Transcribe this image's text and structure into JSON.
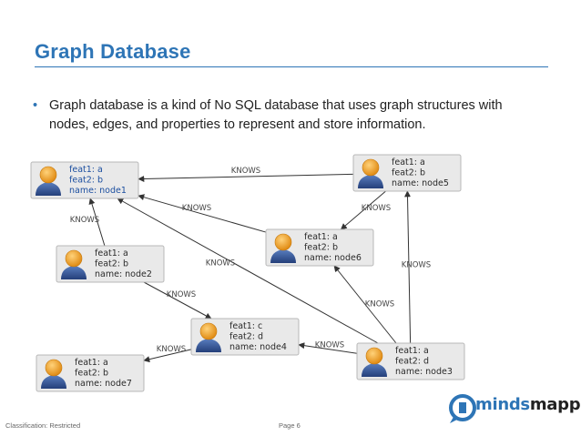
{
  "title": "Graph Database",
  "bullet": "Graph database is a kind of No SQL database that uses graph structures with nodes, edges, and properties to represent and store information.",
  "colors": {
    "title": "#2e75b6",
    "accent": "#2e75b6",
    "node_fill": "#e9e9e9"
  },
  "nodes": [
    {
      "id": "node1",
      "lines": [
        "feat1: a",
        "feat2: b",
        "name: node1"
      ],
      "highlight": true,
      "icon": "user-avatar-icon"
    },
    {
      "id": "node5",
      "lines": [
        "feat1: a",
        "feat2: b",
        "name: node5"
      ],
      "highlight": false,
      "icon": "user-avatar-icon"
    },
    {
      "id": "node2",
      "lines": [
        "feat1: a",
        "feat2: b",
        "name: node2"
      ],
      "highlight": false,
      "icon": "user-avatar-icon"
    },
    {
      "id": "node6",
      "lines": [
        "feat1: a",
        "feat2: b",
        "name: node6"
      ],
      "highlight": false,
      "icon": "user-avatar-icon"
    },
    {
      "id": "node4",
      "lines": [
        "feat1: c",
        "feat2: d",
        "name: node4"
      ],
      "highlight": false,
      "icon": "user-avatar-icon"
    },
    {
      "id": "node3",
      "lines": [
        "feat1: a",
        "feat2: d",
        "name: node3"
      ],
      "highlight": false,
      "icon": "user-avatar-icon"
    },
    {
      "id": "node7",
      "lines": [
        "feat1: a",
        "feat2: b",
        "name: node7"
      ],
      "highlight": false,
      "icon": "user-avatar-icon"
    }
  ],
  "edges": [
    {
      "from": "node5",
      "to": "node1",
      "label": "KNOWS"
    },
    {
      "from": "node6",
      "to": "node1",
      "label": "KNOWS"
    },
    {
      "from": "node5",
      "to": "node6",
      "label": "KNOWS"
    },
    {
      "from": "node2",
      "to": "node1",
      "label": "KNOWS"
    },
    {
      "from": "node3",
      "to": "node1",
      "label": "KNOWS"
    },
    {
      "from": "node3",
      "to": "node6",
      "label": "KNOWS"
    },
    {
      "from": "node3",
      "to": "node5",
      "label": "KNOWS"
    },
    {
      "from": "node2",
      "to": "node4",
      "label": "KNOWS"
    },
    {
      "from": "node3",
      "to": "node4",
      "label": "KNOWS"
    },
    {
      "from": "node4",
      "to": "node7",
      "label": "KNOWS"
    }
  ],
  "footer": {
    "classification": "Classification: Restricted",
    "page": "Page 6"
  },
  "logo": {
    "part1": "minds",
    "part2": "mapped",
    "icon": "chat-bubble-logo-icon"
  }
}
